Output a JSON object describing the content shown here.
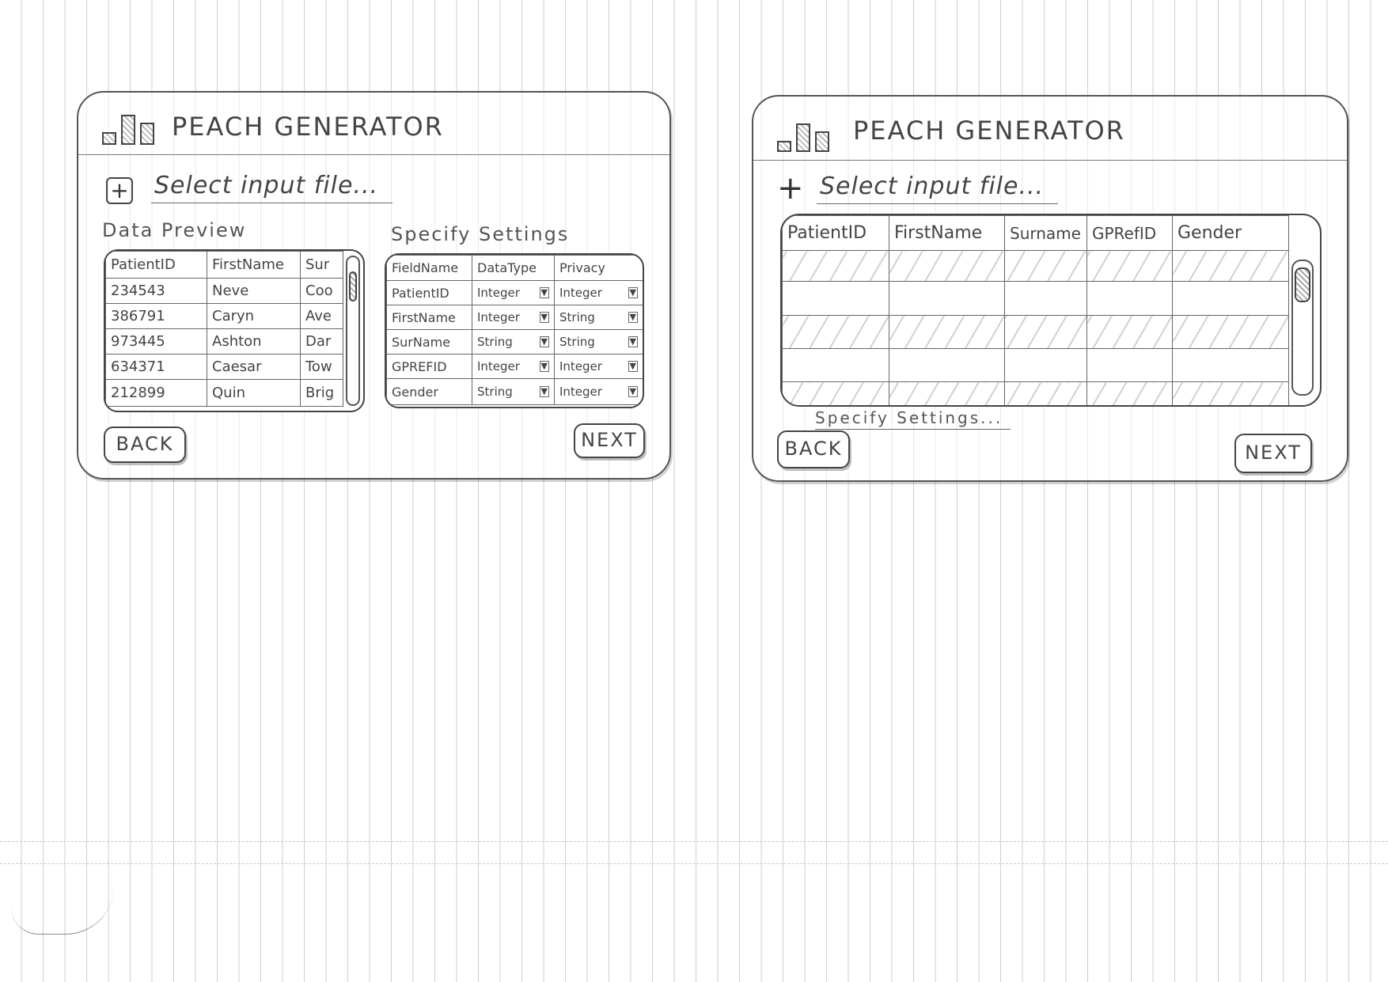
{
  "left_screen": {
    "title": "PEACH GENERATOR",
    "add_icon": "+",
    "select_file": "Select input file...",
    "data_preview_label": "Data Preview",
    "settings_label": "Specify Settings",
    "preview_columns": [
      "PatientID",
      "FirstName",
      "Sur"
    ],
    "preview_rows": [
      [
        "234543",
        "Neve",
        "Coo"
      ],
      [
        "386791",
        "Caryn",
        "Ave"
      ],
      [
        "973445",
        "Ashton",
        "Dar"
      ],
      [
        "634371",
        "Caesar",
        "Tow"
      ],
      [
        "212899",
        "Quin",
        "Brig"
      ]
    ],
    "settings_columns": [
      "FieldName",
      "DataType",
      "Privacy"
    ],
    "settings_rows": [
      [
        "PatientID",
        "Integer",
        "Integer"
      ],
      [
        "FirstName",
        "Integer",
        "String"
      ],
      [
        "SurName",
        "String",
        "String"
      ],
      [
        "GPREFID",
        "Integer",
        "Integer"
      ],
      [
        "Gender",
        "String",
        "Integer"
      ]
    ],
    "dropdown_arrow": "▼",
    "back_label": "BACK",
    "next_label": "NEXT"
  },
  "right_screen": {
    "title": "PEACH GENERATOR",
    "add_icon": "+",
    "select_file": "Select input file...",
    "columns": [
      "PatientID",
      "FirstName",
      "Surname",
      "GPRefID",
      "Gender"
    ],
    "specify_link": "Specify Settings...",
    "back_label": "BACK",
    "next_label": "NEXT"
  }
}
